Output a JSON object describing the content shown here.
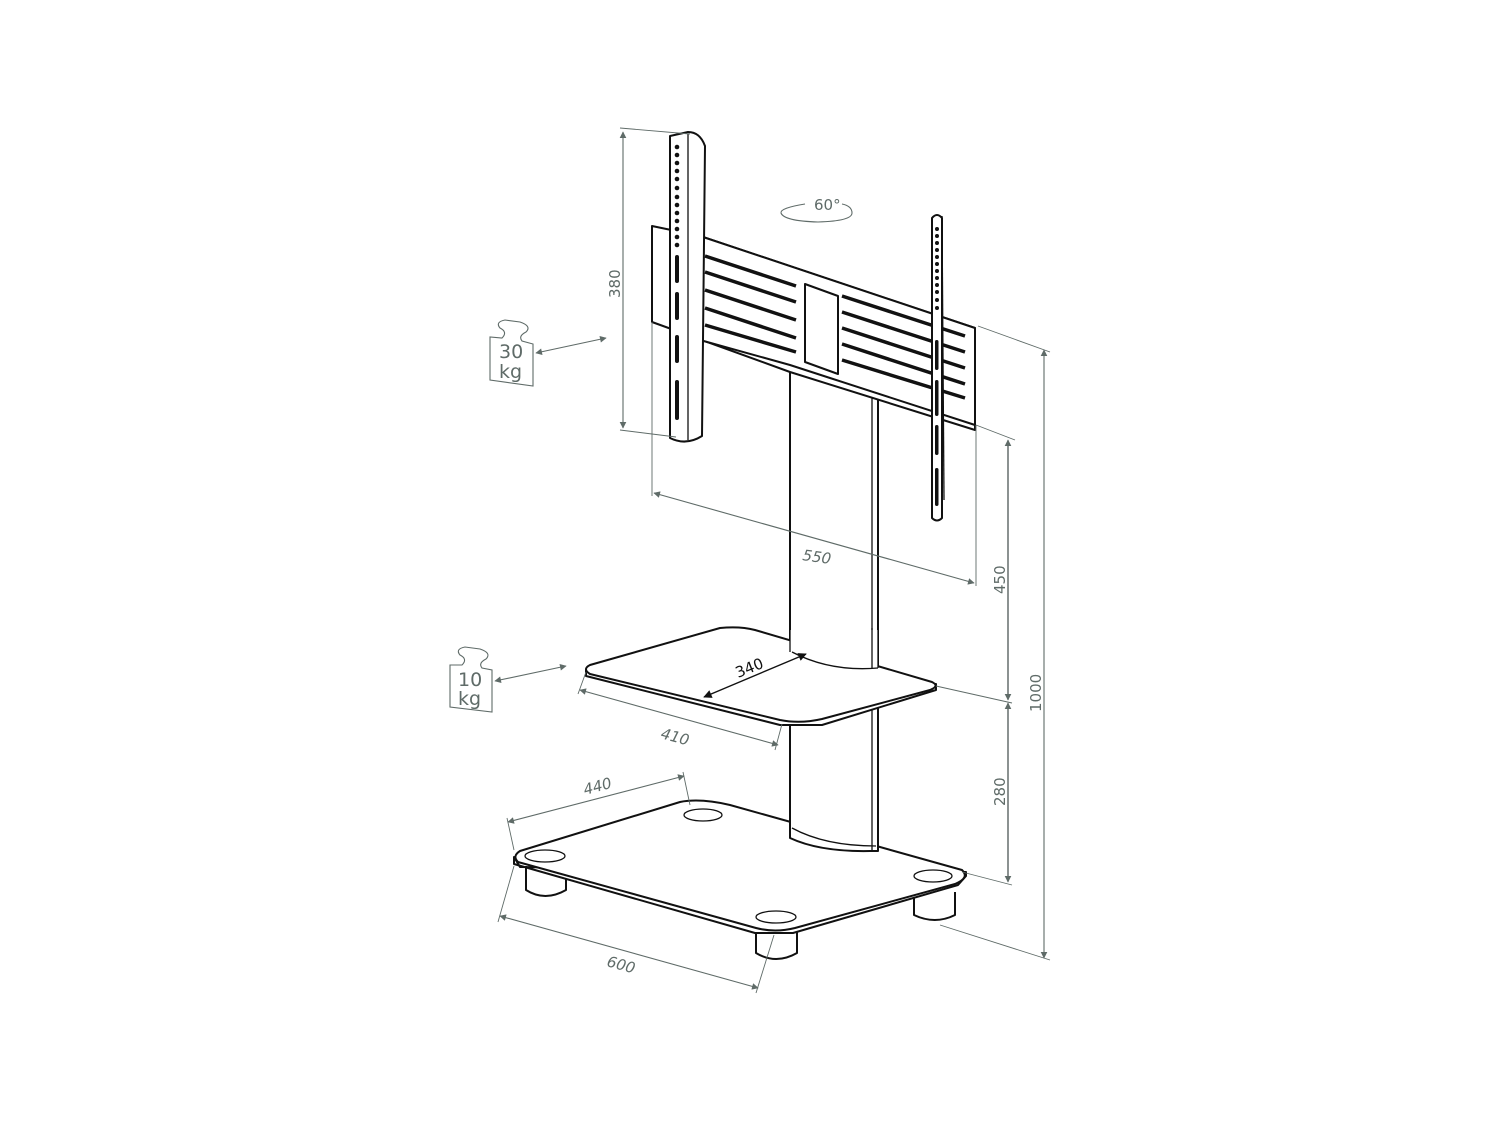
{
  "diagram": {
    "subject": "TV floor stand with VESA mount, middle shelf and base plate",
    "colors": {
      "line": "#111111",
      "dimension": "#5f6b68",
      "background": "#ffffff"
    },
    "rotation": {
      "label": "60°"
    },
    "load_ratings": {
      "mount": {
        "value": "30",
        "unit": "kg",
        "icon": "weight-icon"
      },
      "shelf": {
        "value": "10",
        "unit": "kg",
        "icon": "weight-icon"
      }
    },
    "dimensions": {
      "mount_height": "380",
      "mount_width": "550",
      "shelf_depth": "340",
      "shelf_width": "410",
      "base_depth": "440",
      "base_width": "600",
      "mount_to_shelf": "450",
      "shelf_to_floor": "280",
      "total_height": "1000"
    }
  }
}
